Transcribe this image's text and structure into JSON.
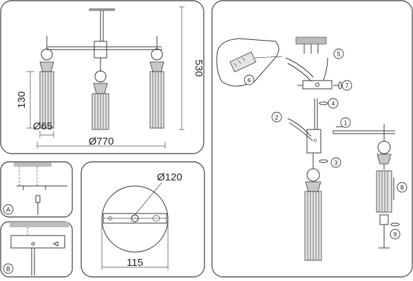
{
  "dimensions": {
    "height_total": "530",
    "shade_height": "130",
    "shade_diameter": "Ø65",
    "span_diameter": "Ø770",
    "canopy_diameter": "Ø120",
    "canopy_width": "115"
  },
  "panel_labels": {
    "a": "A",
    "b": "B"
  },
  "steps": [
    "1",
    "2",
    "3",
    "4",
    "5",
    "6",
    "7",
    "8",
    "9"
  ]
}
